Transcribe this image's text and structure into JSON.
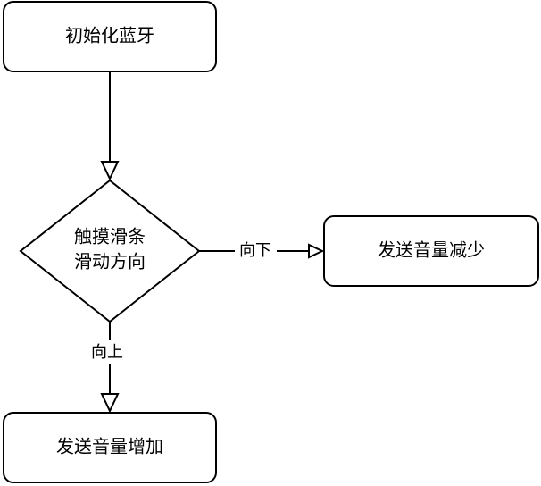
{
  "diagram": {
    "nodes": {
      "init": {
        "label": "初始化蓝牙",
        "shape": "rounded-rect"
      },
      "decision": {
        "lines": [
          "触摸滑条",
          "滑动方向"
        ],
        "shape": "diamond"
      },
      "decrease": {
        "label": "发送音量减少",
        "shape": "rounded-rect"
      },
      "increase": {
        "label": "发送音量增加",
        "shape": "rounded-rect"
      }
    },
    "edges": {
      "down_label": "向下",
      "up_label": "向上"
    },
    "colors": {
      "stroke": "#000000",
      "fill": "#ffffff",
      "text": "#000000"
    }
  }
}
